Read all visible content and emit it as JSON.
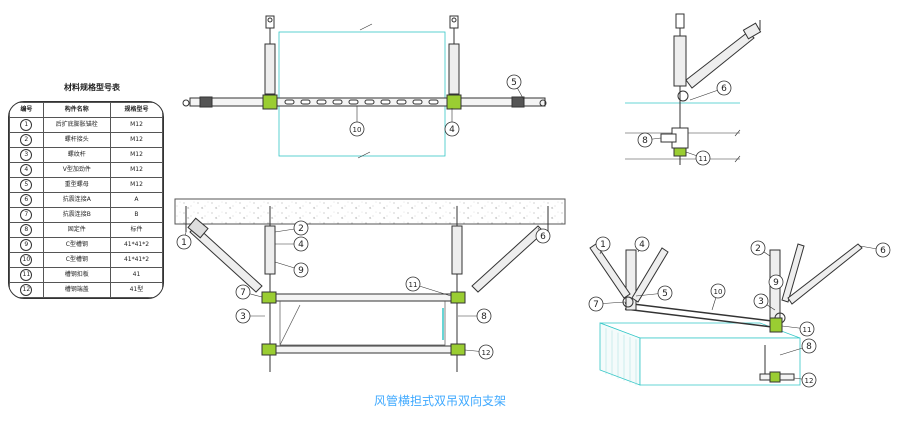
{
  "table": {
    "title": "材料规格型号表",
    "headers": [
      "编号",
      "构件名称",
      "规格型号"
    ],
    "rows": [
      {
        "no": "1",
        "name": "后扩底膨胀锚栓",
        "spec": "M12"
      },
      {
        "no": "2",
        "name": "螺杆接头",
        "spec": "M12"
      },
      {
        "no": "3",
        "name": "螺纹杆",
        "spec": "M12"
      },
      {
        "no": "4",
        "name": "V型加劲件",
        "spec": "M12"
      },
      {
        "no": "5",
        "name": "重型螺母",
        "spec": "M12"
      },
      {
        "no": "6",
        "name": "抗震连接A",
        "spec": "A"
      },
      {
        "no": "7",
        "name": "抗震连接B",
        "spec": "B"
      },
      {
        "no": "8",
        "name": "固定件",
        "spec": "标件"
      },
      {
        "no": "9",
        "name": "C型槽钢",
        "spec": "41*41*2"
      },
      {
        "no": "10",
        "name": "C型槽钢",
        "spec": "41*41*2"
      },
      {
        "no": "11",
        "name": "槽钢扣板",
        "spec": "41"
      },
      {
        "no": "12",
        "name": "槽钢端盖",
        "spec": "41型"
      }
    ]
  },
  "caption": "风管横担式双吊双向支架",
  "labels": {
    "top_center": [
      "5",
      "10",
      "4"
    ],
    "top_right": [
      "6",
      "8",
      "11"
    ],
    "bottom_center": [
      "1",
      "2",
      "4",
      "9",
      "7",
      "3",
      "11",
      "8",
      "12",
      "6"
    ],
    "bottom_right": [
      "1",
      "4",
      "5",
      "7",
      "10",
      "2",
      "9",
      "3",
      "11",
      "8",
      "12",
      "6"
    ]
  },
  "colors": {
    "line": "#333333",
    "cyan": "#34c7c7",
    "accent_green": "#9acd32",
    "caption": "#3fa9ff"
  }
}
